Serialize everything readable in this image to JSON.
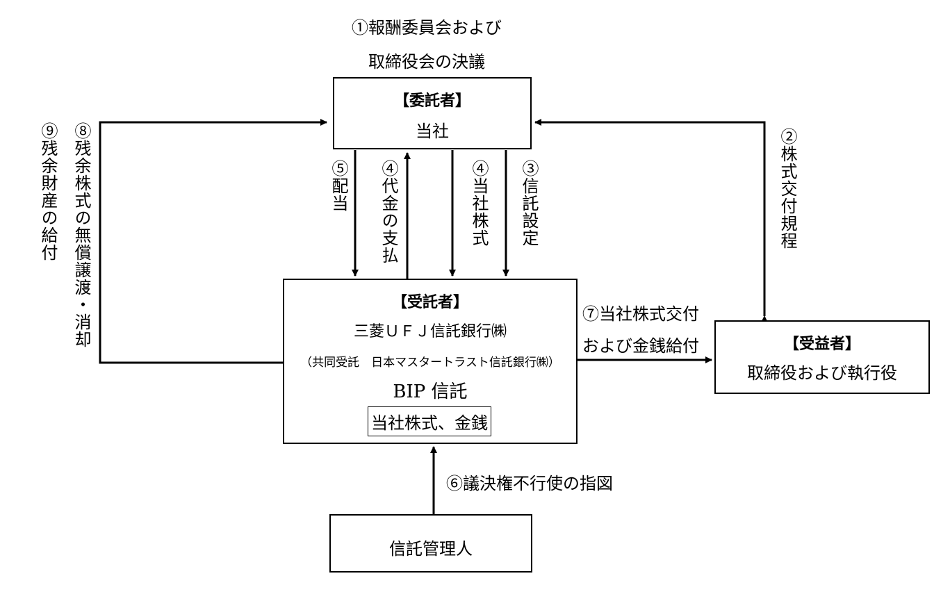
{
  "top_label": {
    "line1": "①報酬委員会および",
    "line2": "取締役会の決議"
  },
  "entrustor": {
    "title": "【委託者】",
    "name": "当社"
  },
  "trustee": {
    "title": "【受託者】",
    "bank": "三菱ＵＦＪ信託銀行㈱",
    "cotrustee": "（共同受託　日本マスタートラスト信託銀行㈱）",
    "trust": "BIP 信託",
    "assets": "当社株式、金銭"
  },
  "beneficiary": {
    "title": "【受益者】",
    "name": "取締役および執行役"
  },
  "administrator": {
    "name": "信託管理人"
  },
  "flows": {
    "f2": "②株式交付規程",
    "f3": "③信託設定",
    "f4_shares": "④当社株式",
    "f4_payment": "④代金の支払",
    "f5": "⑤配当",
    "f6": "⑥議決権不行使の指図",
    "f7_line1": "⑦当社株式交付",
    "f7_line2": "および金銭給付",
    "f8": "⑧残余株式の無償譲渡・消却",
    "f9": "⑨残余財産の給付"
  }
}
